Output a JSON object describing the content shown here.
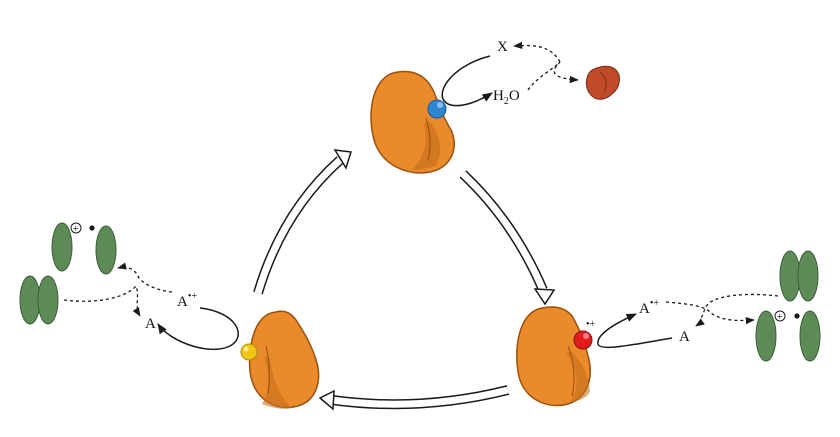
{
  "colors": {
    "enzyme": "#e98b2a",
    "enzyme_dark": "#c9701d",
    "enzyme_stroke": "#9a4f0f",
    "ligand_blue": "#2e86d0",
    "ligand_yellow": "#f2c616",
    "ligand_red": "#e01c1c",
    "product_brown": "#c04b2a",
    "pigment_green": "#5e8a58",
    "arrow_stroke": "#1a1a1a"
  },
  "top": {
    "substrate": "X",
    "water_main": "H",
    "water_sub": "2",
    "water_end": "O"
  },
  "left": {
    "radical_cation": "A",
    "radical_cation_charge": "•+",
    "neutral": "A",
    "plus_sign": "+",
    "dot": "•"
  },
  "right": {
    "radical_cation": "A",
    "radical_cation_charge": "•+",
    "neutral": "A",
    "plus_sign": "+",
    "dot": "•",
    "enzyme_charge": "•+"
  }
}
